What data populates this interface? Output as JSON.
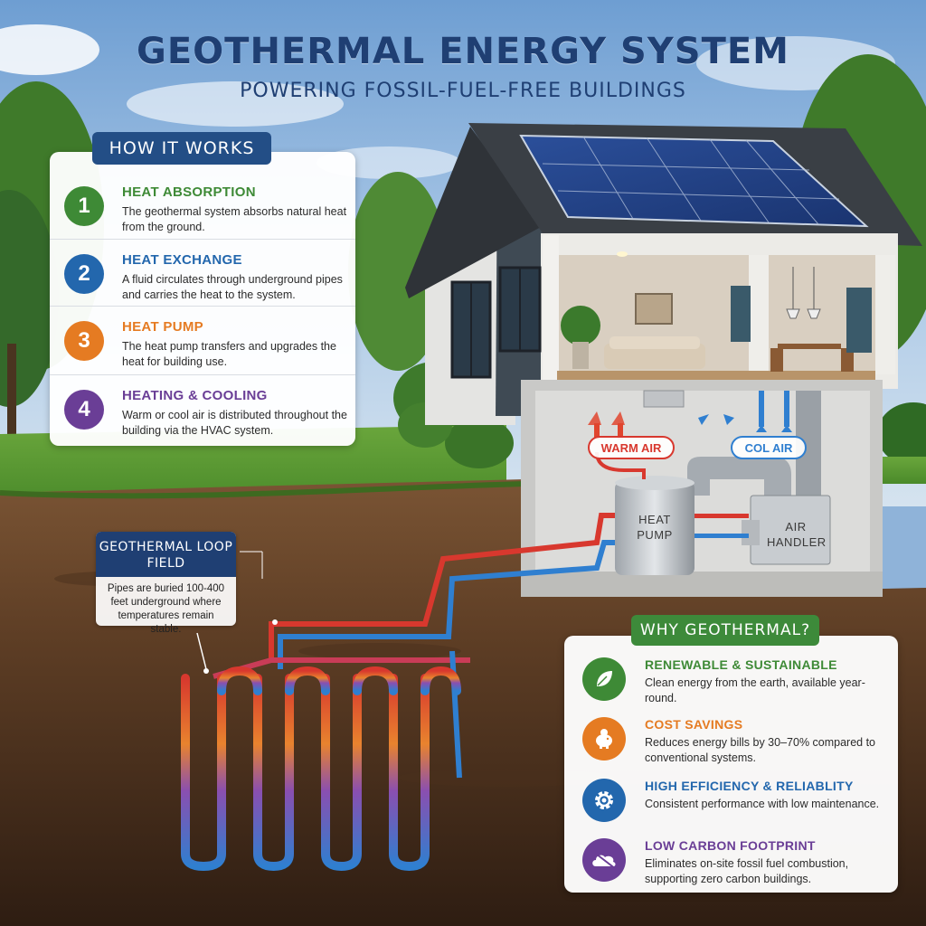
{
  "title": "GEOTHERMAL ENERGY SYSTEM",
  "subtitle": "POWERING FOSSIL-FUEL-FREE BUILDINGS",
  "how_it_works": {
    "heading": "HOW IT WORKS",
    "steps": [
      {
        "number": "1",
        "title": "HEAT ABSORPTION",
        "description": "The geothermal system absorbs natural heat from the ground.",
        "color": "#3e8a36"
      },
      {
        "number": "2",
        "title": "HEAT EXCHANGE",
        "description": "A fluid circulates through underground pipes and carries the heat to the system.",
        "color": "#2367ad"
      },
      {
        "number": "3",
        "title": "HEAT PUMP",
        "description": "The heat pump transfers and upgrades the heat for building use.",
        "color": "#e57b22"
      },
      {
        "number": "4",
        "title": "HEATING & COOLING",
        "description": "Warm or cool air is distributed throughout the building via the HVAC system.",
        "color": "#6a3e96"
      }
    ]
  },
  "equipment": {
    "warm_air_label": "WARM AIR",
    "cool_air_label": "COL AIR",
    "heat_pump_label": "HEAT PUMP",
    "air_handler_label": "AIR HANDLER"
  },
  "loop_field": {
    "title": "GEOTHERMAL LOOP FIELD",
    "description": "Pipes are buried 100-400 feet underground where temperatures remain stable."
  },
  "why_geothermal": {
    "heading": "WHY GEOTHERMAL?",
    "items": [
      {
        "title": "RENEWABLE & SUSTAINABLE",
        "description": "Clean energy from the earth, available year-round.",
        "color": "#3e8a36",
        "icon": "leaf-icon"
      },
      {
        "title": "COST SAVINGS",
        "description": "Reduces energy bills by 30–70% compared to conventional systems.",
        "color": "#e57b22",
        "icon": "piggy-bank-icon"
      },
      {
        "title": "HIGH EFFICIENCY & RELIABLITY",
        "description": "Consistent performance with low maintenance.",
        "color": "#2367ad",
        "icon": "gear-icon"
      },
      {
        "title": "LOW CARBON FOOTPRINT",
        "description": "Eliminates on-site fossil fuel combustion, supporting zero carbon buildings.",
        "color": "#6a3e96",
        "icon": "co2-icon"
      }
    ]
  },
  "colors": {
    "title": "#1f3f73",
    "hot_pipe": "#d8382e",
    "cold_pipe": "#2f7fd0",
    "grass": "#5f9a35",
    "soil": "#5a3a22"
  }
}
